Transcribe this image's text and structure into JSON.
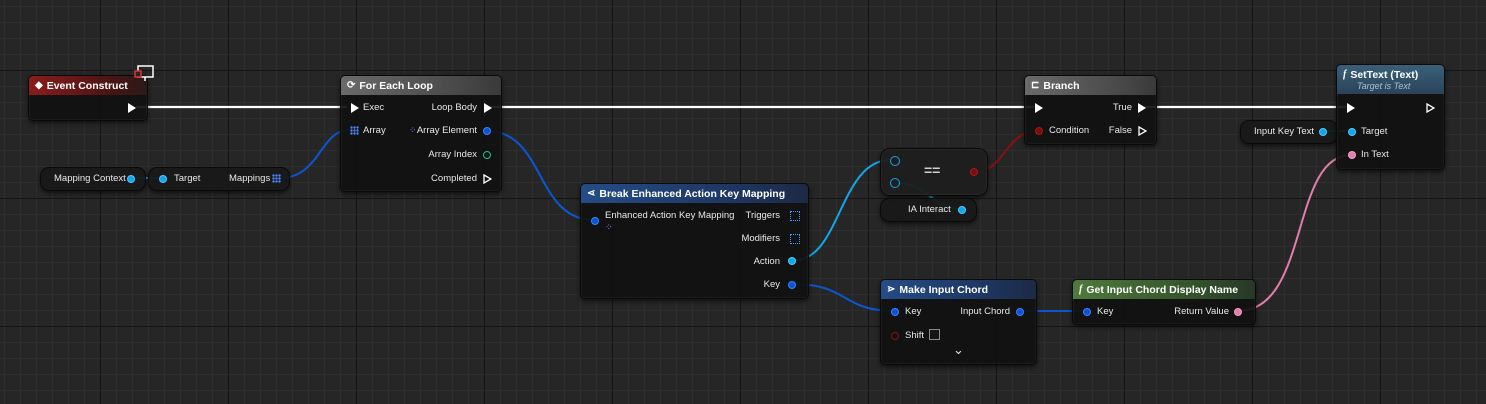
{
  "event_construct": {
    "title": "Event Construct"
  },
  "mapping_context": {
    "label": "Mapping Context"
  },
  "mappings_getter": {
    "target": "Target",
    "mappings": "Mappings"
  },
  "for_each": {
    "title": "For Each Loop",
    "exec": "Exec",
    "array": "Array",
    "loop_body": "Loop Body",
    "array_element": "Array Element",
    "array_index": "Array Index",
    "completed": "Completed"
  },
  "break_mapping": {
    "title": "Break Enhanced Action Key Mapping",
    "input": "Enhanced Action Key Mapping",
    "triggers": "Triggers",
    "modifiers": "Modifiers",
    "action": "Action",
    "key": "Key"
  },
  "equals": {
    "op": "=="
  },
  "ia_interact": {
    "label": "IA Interact"
  },
  "branch": {
    "title": "Branch",
    "condition": "Condition",
    "true": "True",
    "false": "False"
  },
  "make_chord": {
    "title": "Make Input Chord",
    "key": "Key",
    "shift": "Shift",
    "input_chord": "Input Chord",
    "expand": "⌄"
  },
  "get_display": {
    "title": "Get Input Chord Display Name",
    "key": "Key",
    "return_value": "Return Value"
  },
  "input_key_text": {
    "label": "Input Key Text"
  },
  "set_text": {
    "title": "SetText (Text)",
    "subtitle": "Target is Text",
    "target": "Target",
    "in_text": "In Text"
  },
  "colors": {
    "exec_wire": "#ffffff",
    "struct_wire": "#0b57d0",
    "object_wire": "#11a6e8",
    "text_wire": "#e37daa",
    "bool_wire": "#8a1010"
  }
}
